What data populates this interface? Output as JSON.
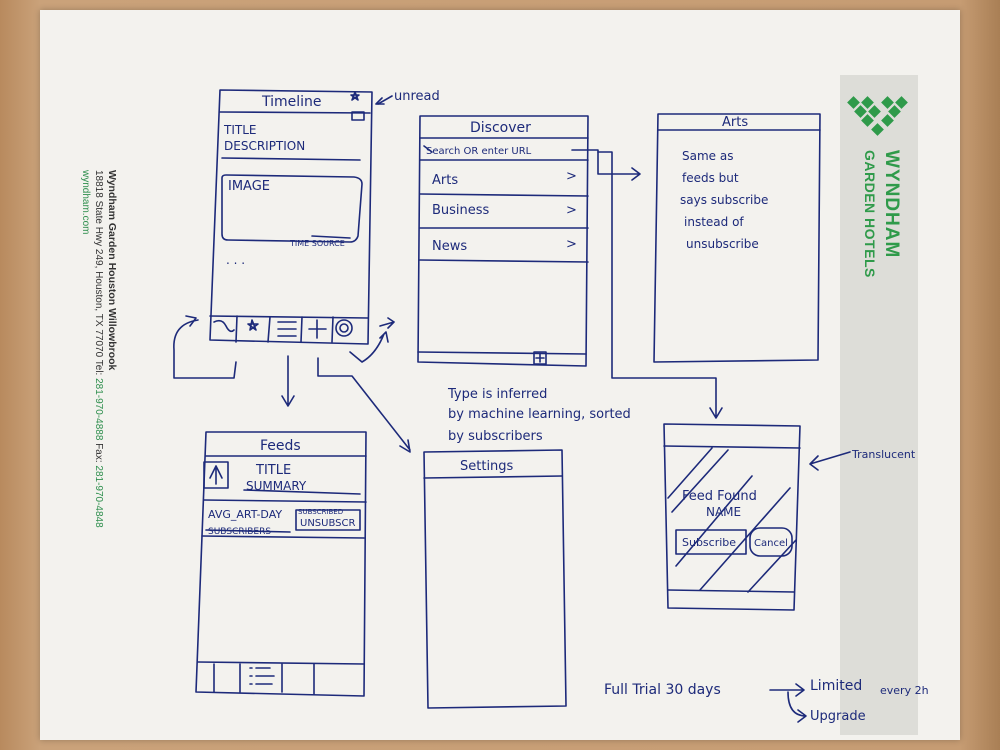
{
  "letterhead": {
    "hotel_name": "Wyndham Garden Houston Willowbrook",
    "address": "18818 State Hwy 249, Houston, TX 77070 Tel: ",
    "tel": "281-970-4888",
    "fax_label": " Fax: ",
    "fax": "281-970-4848",
    "website": "wyndham.com",
    "brand_primary": "WYNDHAM",
    "brand_secondary": "GARDEN HOTELS",
    "brand_color": "#2f9a4a"
  },
  "sketches": {
    "timeline": {
      "title": "Timeline",
      "unread_note": "unread",
      "post_title": "TITLE",
      "post_description": "DESCRIPTION",
      "image_label": "IMAGE",
      "time_label": "TIME SOURCE",
      "ellipsis": ". . ."
    },
    "discover": {
      "title": "Discover",
      "search_placeholder": "Search OR enter URL",
      "categories": [
        "Arts",
        "Business",
        "News"
      ],
      "chevron": ">"
    },
    "arts": {
      "title": "Arts",
      "note": [
        "Same as",
        "feeds but",
        "says subscribe",
        "instead of",
        "unsubscribe"
      ]
    },
    "discover_note": [
      "Type is inferred",
      "by machine learning, sorted",
      "by subscribers"
    ],
    "feeds": {
      "title": "Feeds",
      "item_title": "TITLE",
      "item_summary": "SUMMARY",
      "row_name": "AVG_ART-DAY",
      "row_sub": "SUBSCRIBERS",
      "row_button_top": "SUBSCRIBED",
      "row_button": "UNSUBSCR"
    },
    "settings": {
      "title": "Settings"
    },
    "modal": {
      "translucent_note": "Translucent",
      "feed_found": "Feed Found",
      "name_label": "NAME",
      "subscribe_label": "Subscribe",
      "cancel_label": "Cancel"
    },
    "pricing_note": {
      "trial": "Full Trial 30 days",
      "limited": "Limited",
      "limited_extra": "every 2h",
      "upgrade": "Upgrade"
    }
  }
}
